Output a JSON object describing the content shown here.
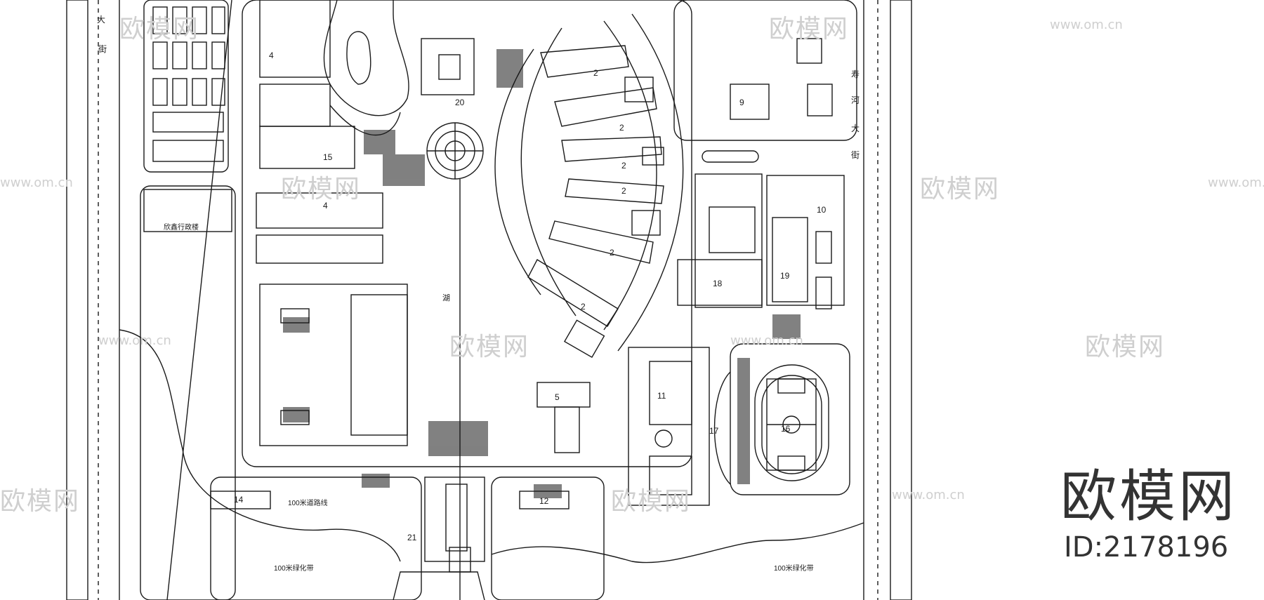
{
  "watermark": {
    "brand": "欧模网",
    "url": "www.om.cn",
    "id_text": "ID:2178196",
    "color": "#cfcfcf"
  },
  "plan": {
    "ink_color": "#1a1a1a",
    "road_labels": {
      "left_top_char_1": "大",
      "left_top_char_2": "街",
      "right_chars": [
        "寿",
        "河",
        "大",
        "街"
      ]
    },
    "building_numbers": [
      "4",
      "4",
      "15",
      "20",
      "2",
      "2",
      "2",
      "2",
      "2",
      "2",
      "9",
      "10",
      "18",
      "19",
      "11",
      "16",
      "17",
      "5",
      "12",
      "14",
      "21"
    ],
    "text_labels": {
      "admin_building": "欣鑫行政楼",
      "lake": "湖",
      "greenbelt_left": "100米绿化带",
      "greenbelt_right": "100米绿化带",
      "road_100m": "100米道路线"
    }
  }
}
